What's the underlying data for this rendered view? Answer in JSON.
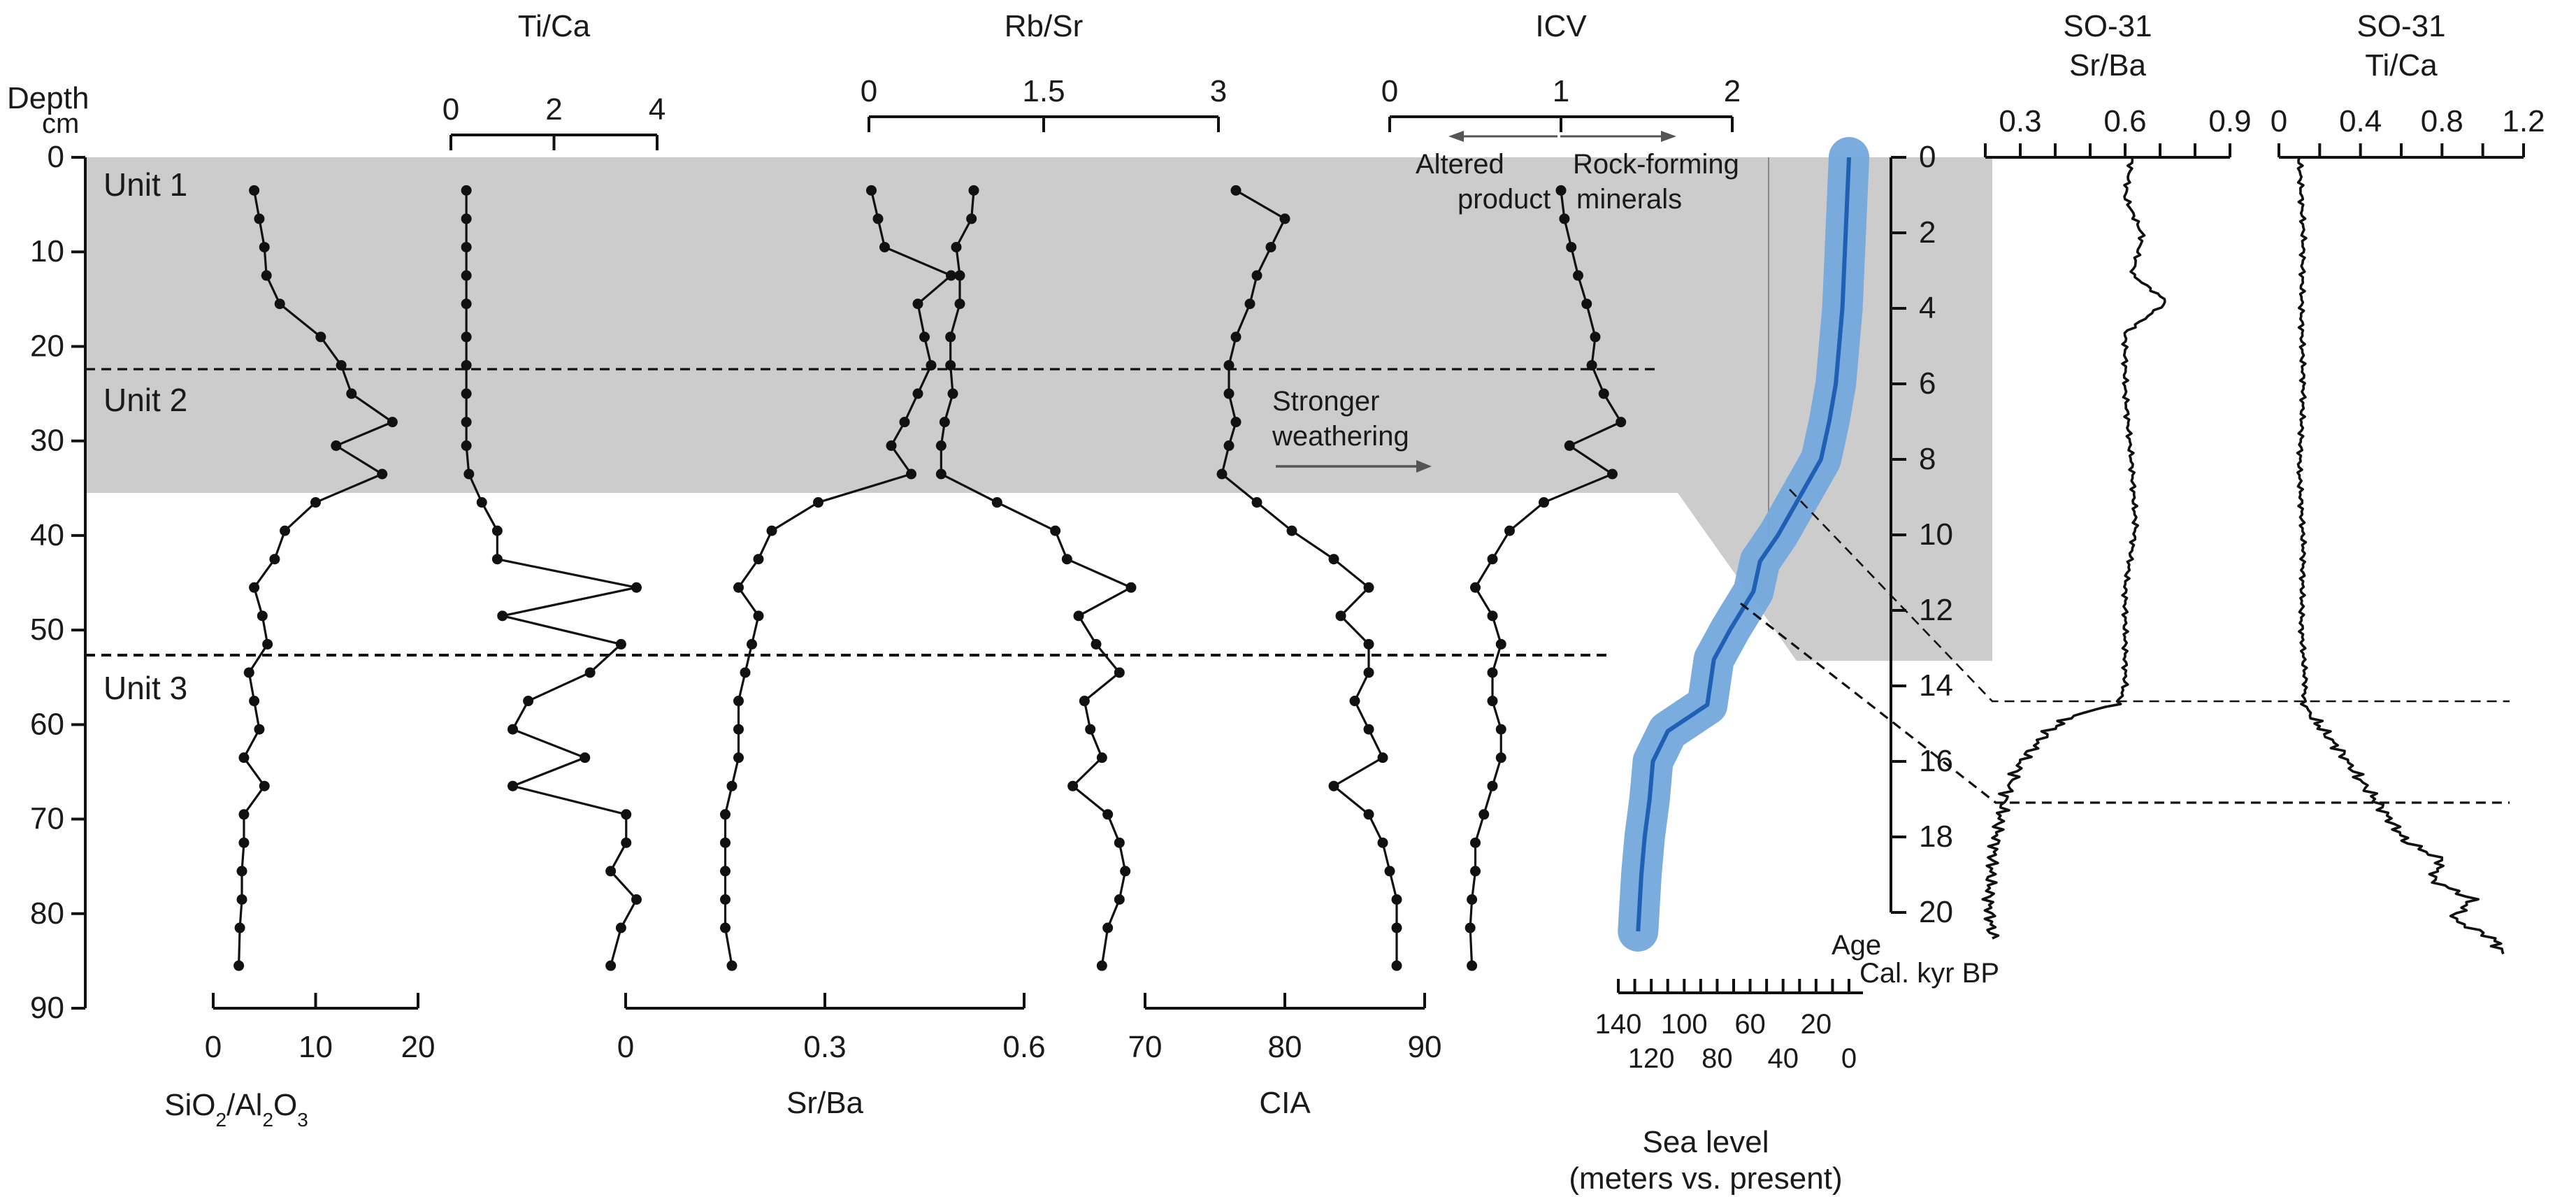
{
  "chart_data": {
    "type": "line",
    "depth_axis": {
      "label": "Depth",
      "unit": "cm",
      "ylim": [
        0,
        90
      ],
      "ticks": [
        0,
        10,
        20,
        30,
        40,
        50,
        60,
        70,
        80,
        90
      ]
    },
    "units": [
      {
        "name": "Unit 1",
        "depth_range": [
          0,
          23
        ]
      },
      {
        "name": "Unit 2",
        "depth_range": [
          23,
          53
        ]
      },
      {
        "name": "Unit 3",
        "depth_range": [
          53,
          90
        ]
      }
    ],
    "shaded_interval_cm": [
      0,
      35.5
    ],
    "annotations": {
      "stronger_weathering": [
        "Stronger",
        "weathering"
      ],
      "altered_product": [
        "Altered",
        "product"
      ],
      "rock_forming": [
        "Rock-forming",
        "minerals"
      ]
    },
    "depth_samples": [
      3.5,
      6.5,
      9.5,
      12.5,
      15.5,
      19,
      22,
      25,
      28,
      30.5,
      33.5,
      36.5,
      39.5,
      42.5,
      45.5,
      48.5,
      51.5,
      54.5,
      57.5,
      60.5,
      63.5,
      66.5,
      69.5,
      72.5,
      75.5,
      78.5,
      81.5,
      85.5
    ],
    "series": [
      {
        "name": "SiO2/Al2O3",
        "label_main": "SiO",
        "label_sub1": "2",
        "label_mid": "/Al",
        "label_sub2": "2",
        "label_end": "O",
        "label_sub3": "3",
        "axis_position": "bottom",
        "xlim": [
          0,
          20
        ],
        "ticks": [
          0,
          10,
          20
        ],
        "values": [
          4,
          4.5,
          5,
          5.2,
          6.5,
          10.5,
          12.5,
          13.5,
          17.5,
          12,
          16.5,
          10,
          7,
          6,
          4,
          4.8,
          5.3,
          3.5,
          4,
          4.5,
          3,
          5,
          3,
          3,
          2.8,
          2.8,
          2.6,
          2.5
        ]
      },
      {
        "name": "Ti/Ca",
        "label": "Ti/Ca",
        "axis_position": "top",
        "xlim": [
          0,
          4
        ],
        "ticks": [
          0,
          2,
          4
        ],
        "values": [
          0.3,
          0.3,
          0.3,
          0.3,
          0.3,
          0.3,
          0.3,
          0.3,
          0.3,
          0.3,
          0.35,
          0.6,
          0.9,
          0.9,
          3.6,
          1,
          3.3,
          2.7,
          1.5,
          1.2,
          2.6,
          1.2,
          3.4,
          3.4,
          3.1,
          3.6,
          3.3,
          3.1
        ]
      },
      {
        "name": "Sr/Ba",
        "label": "Sr/Ba",
        "axis_position": "bottom",
        "xlim": [
          0,
          0.6
        ],
        "ticks": [
          0,
          0.3,
          0.6
        ],
        "tick_labels": [
          "0",
          "0.3",
          "0.6"
        ],
        "values": [
          0.37,
          0.38,
          0.39,
          0.49,
          0.44,
          0.45,
          0.46,
          0.44,
          0.42,
          0.4,
          0.43,
          0.29,
          0.22,
          0.2,
          0.17,
          0.2,
          0.19,
          0.18,
          0.17,
          0.17,
          0.17,
          0.16,
          0.15,
          0.15,
          0.15,
          0.15,
          0.15,
          0.16
        ]
      },
      {
        "name": "Rb/Sr",
        "label": "Rb/Sr",
        "axis_position": "top",
        "xlim": [
          0,
          3
        ],
        "ticks": [
          0,
          1.5,
          3
        ],
        "tick_labels": [
          "0",
          "1.5",
          "3"
        ],
        "values": [
          0.9,
          0.88,
          0.75,
          0.78,
          0.78,
          0.7,
          0.7,
          0.72,
          0.65,
          0.62,
          0.62,
          1.1,
          1.6,
          1.7,
          2.25,
          1.8,
          1.95,
          2.15,
          1.85,
          1.9,
          2,
          1.75,
          2.05,
          2.15,
          2.2,
          2.15,
          2.05,
          2
        ]
      },
      {
        "name": "CIA",
        "label": "CIA",
        "axis_position": "bottom",
        "xlim": [
          70,
          90
        ],
        "ticks": [
          70,
          80,
          90
        ],
        "values": [
          76.5,
          80,
          79,
          78,
          77.5,
          76.5,
          76,
          76,
          76.5,
          76,
          75.5,
          78,
          80.5,
          83.5,
          86,
          84,
          86,
          86,
          85,
          86,
          87,
          83.5,
          86,
          87,
          87.5,
          88,
          88,
          88
        ]
      },
      {
        "name": "ICV",
        "label": "ICV",
        "axis_position": "top",
        "xlim": [
          0,
          2
        ],
        "ticks": [
          0,
          1,
          2
        ],
        "values": [
          1,
          1.02,
          1.06,
          1.1,
          1.15,
          1.2,
          1.18,
          1.25,
          1.35,
          1.05,
          1.3,
          0.9,
          0.7,
          0.6,
          0.5,
          0.6,
          0.65,
          0.6,
          0.6,
          0.65,
          0.65,
          0.6,
          0.55,
          0.5,
          0.5,
          0.48,
          0.47,
          0.48
        ]
      }
    ],
    "sea_level_panel": {
      "xlabel": [
        "Sea level",
        "(meters vs. present)"
      ],
      "xlim": [
        140,
        0
      ],
      "top_ticks": [
        140,
        100,
        60,
        20
      ],
      "bottom_ticks": [
        120,
        80,
        40,
        0
      ],
      "age_axis": {
        "label": [
          "Age",
          "Cal. kyr BP"
        ],
        "ylim": [
          0,
          20
        ],
        "ticks": [
          0,
          2,
          4,
          6,
          8,
          10,
          12,
          14,
          16,
          18,
          20
        ]
      },
      "curve": {
        "age": [
          0,
          1,
          2,
          3,
          4,
          5,
          6,
          7,
          8,
          9,
          10,
          10.7,
          11.5,
          12.5,
          13.3,
          14.5,
          15.2,
          16,
          17,
          18,
          19,
          20.5
        ],
        "sea_level": [
          0,
          1,
          2,
          3,
          4,
          6,
          8,
          12,
          17,
          30,
          43,
          54,
          58,
          72,
          82,
          86,
          110,
          119,
          121,
          124,
          126,
          128
        ]
      }
    },
    "core_records": [
      {
        "name": "SO-31 Sr/Ba",
        "title": [
          "SO-31",
          "Sr/Ba"
        ],
        "xlim": [
          0.2,
          0.9
        ],
        "ticks": [
          0.3,
          0.6,
          0.9
        ],
        "tick_labels": [
          "0.3",
          "0.6",
          "0.9"
        ],
        "age": [
          0,
          1,
          2,
          3,
          3.7,
          4.5,
          6,
          8,
          9.5,
          11,
          12.5,
          13.5,
          14,
          14.3,
          14.7,
          15.5,
          16.3,
          17,
          18,
          19,
          20
        ],
        "values": [
          0.62,
          0.6,
          0.65,
          0.62,
          0.72,
          0.6,
          0.6,
          0.62,
          0.63,
          0.6,
          0.6,
          0.6,
          0.58,
          0.45,
          0.38,
          0.3,
          0.26,
          0.24,
          0.22,
          0.21,
          0.22
        ]
      },
      {
        "name": "SO-31 Ti/Ca",
        "title": [
          "SO-31",
          "Ti/Ca"
        ],
        "xlim": [
          0,
          1.2
        ],
        "ticks": [
          0,
          0.4,
          0.8,
          1.2
        ],
        "tick_labels": [
          "0",
          "0.4",
          "0.8",
          "1.2"
        ],
        "age": [
          0,
          2,
          4,
          6,
          8,
          10,
          12,
          13.5,
          14,
          14.3,
          14.7,
          15.2,
          15.8,
          16.5,
          17,
          17.5,
          18,
          18.5,
          19,
          19.5,
          20,
          20.4
        ],
        "values": [
          0.1,
          0.12,
          0.11,
          0.12,
          0.1,
          0.12,
          0.11,
          0.13,
          0.12,
          0.16,
          0.22,
          0.3,
          0.38,
          0.48,
          0.55,
          0.62,
          0.8,
          0.75,
          0.95,
          0.85,
          1.05,
          1.1
        ]
      }
    ]
  }
}
